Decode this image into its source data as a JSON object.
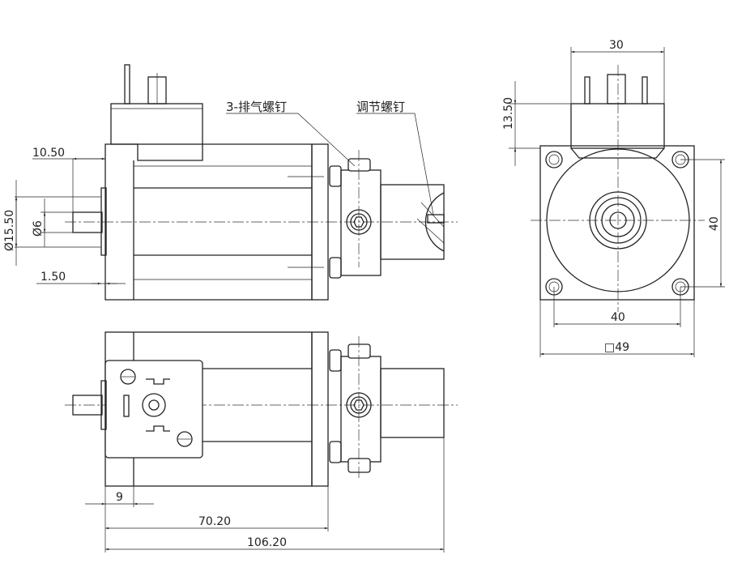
{
  "callouts": {
    "vent_screws": "3-排气螺钉",
    "adjust_screw": "调节螺钉"
  },
  "dimensions": {
    "shaft_offset": "10.50",
    "boss_diameter": "Ø15.50",
    "shaft_diameter": "Ø6",
    "boss_height": "1.50",
    "connector_width": "30",
    "connector_height": "13.50",
    "hole_pitch_vertical": "40",
    "hole_pitch_horizontal": "40",
    "flange_square": "□49",
    "flange_thickness": "9",
    "body_length": "70.20",
    "total_length": "106.20"
  }
}
